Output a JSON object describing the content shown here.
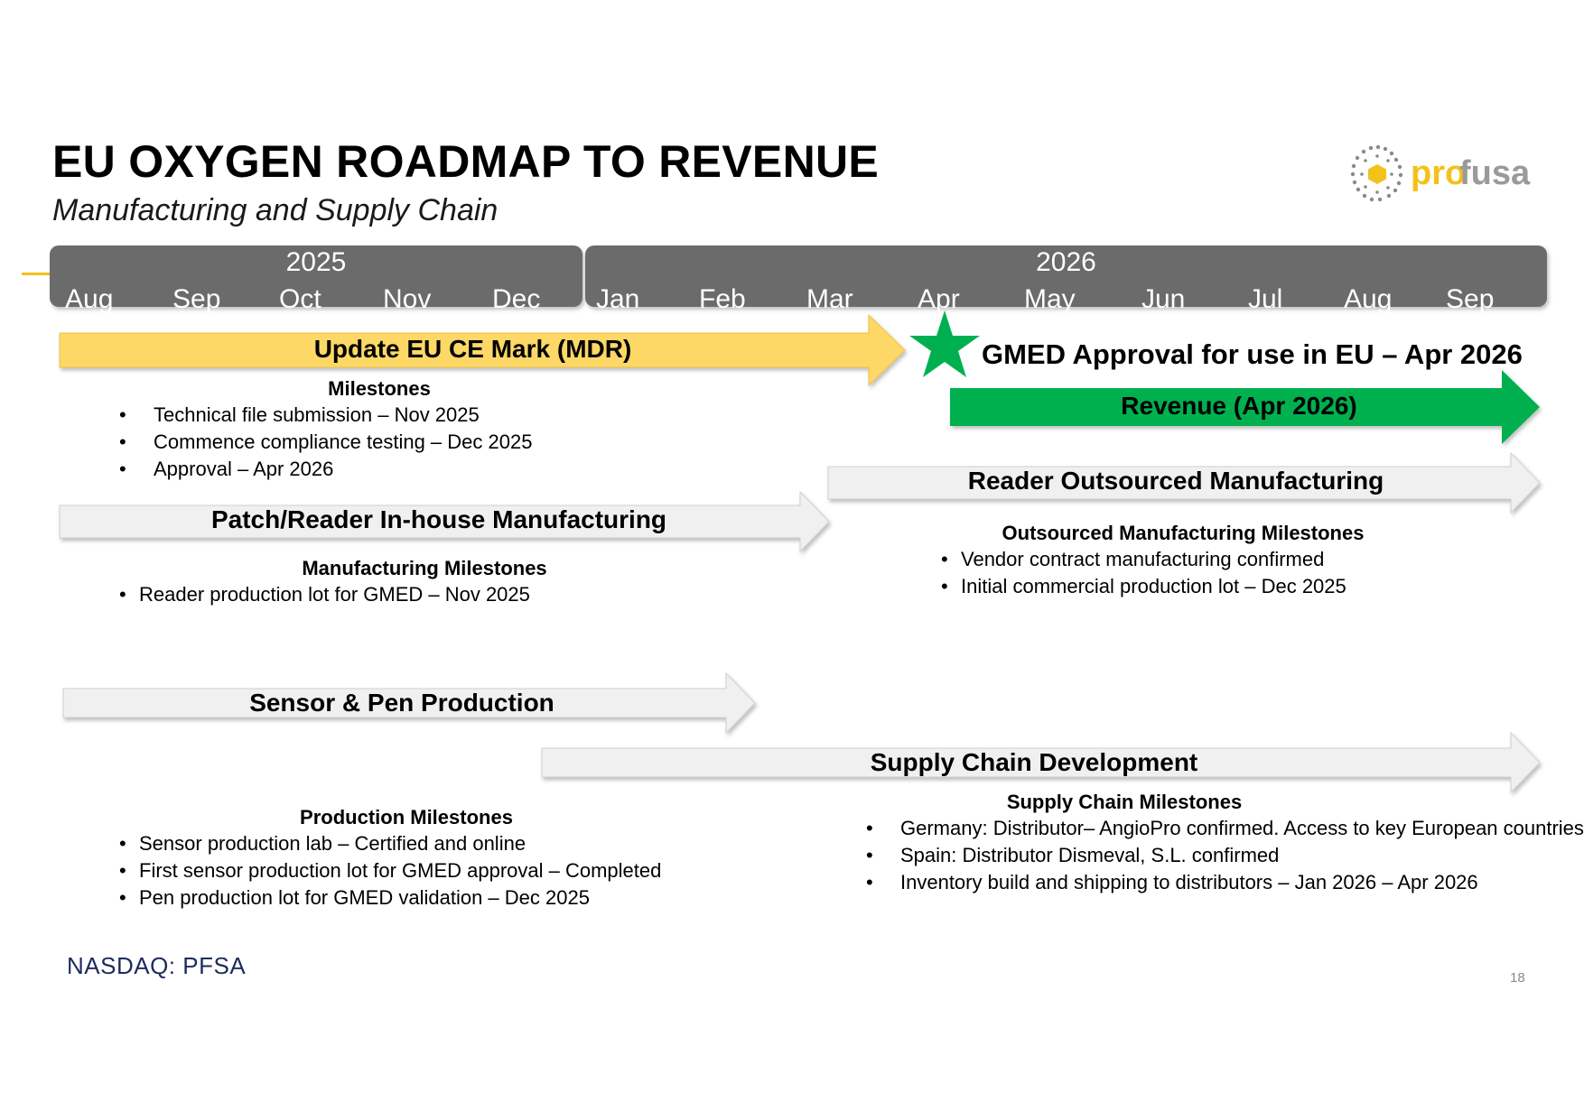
{
  "header": {
    "title": "EU OXYGEN ROADMAP TO REVENUE",
    "subtitle": "Manufacturing and Supply Chain"
  },
  "logo": {
    "text_pro": "pro",
    "text_fusa": "fusa",
    "icon": "hexagon-dots-logo-icon"
  },
  "timeline": {
    "years": [
      {
        "label": "2025",
        "months": [
          "Aug",
          "Sep",
          "Oct",
          "Nov",
          "Dec"
        ]
      },
      {
        "label": "2026",
        "months": [
          "Jan",
          "Feb",
          "Mar",
          "Apr",
          "May",
          "Jun",
          "Jul",
          "Aug",
          "Sep"
        ]
      }
    ]
  },
  "ce_mark": {
    "label": "Update EU CE Mark (MDR)",
    "milestones_title": "Milestones",
    "milestones": [
      "Technical file submission – Nov 2025",
      "Commence compliance testing – Dec 2025",
      "Approval – Apr 2026"
    ]
  },
  "gmed": {
    "label": "GMED Approval for use in EU – Apr 2026",
    "icon": "star-icon"
  },
  "revenue": {
    "label": "Revenue (Apr 2026)"
  },
  "inhouse": {
    "label": "Patch/Reader In-house Manufacturing",
    "milestones_title": "Manufacturing Milestones",
    "milestones": [
      "Reader production lot for GMED – Nov 2025"
    ]
  },
  "outsourced": {
    "label": "Reader Outsourced Manufacturing",
    "milestones_title": "Outsourced Manufacturing Milestones",
    "milestones": [
      "Vendor contract manufacturing confirmed",
      "Initial commercial production lot – Dec 2025"
    ]
  },
  "sensor": {
    "label": "Sensor & Pen Production",
    "milestones_title": "Production Milestones",
    "milestones": [
      "Sensor production lab  – Certified and online",
      "First sensor production lot for GMED approval  – Completed",
      "Pen production lot for GMED validation – Dec 2025"
    ]
  },
  "supply": {
    "label": "Supply Chain Development",
    "milestones_title": "Supply Chain Milestones",
    "milestones": [
      "Germany: Distributor– AngioPro confirmed. Access to key European countries",
      "Spain: Distributor Dismeval, S.L. confirmed",
      "Inventory build and shipping to distributors – Jan 2026 – Apr 2026"
    ]
  },
  "footer": {
    "ticker": "NASDAQ: PFSA",
    "page_number": "18"
  },
  "colors": {
    "yellow": "#fdd866",
    "green": "#00b050",
    "gray_bar": "#6b6b6b",
    "light_arrow": "#f0f0f0",
    "navy": "#1c2b5e"
  }
}
